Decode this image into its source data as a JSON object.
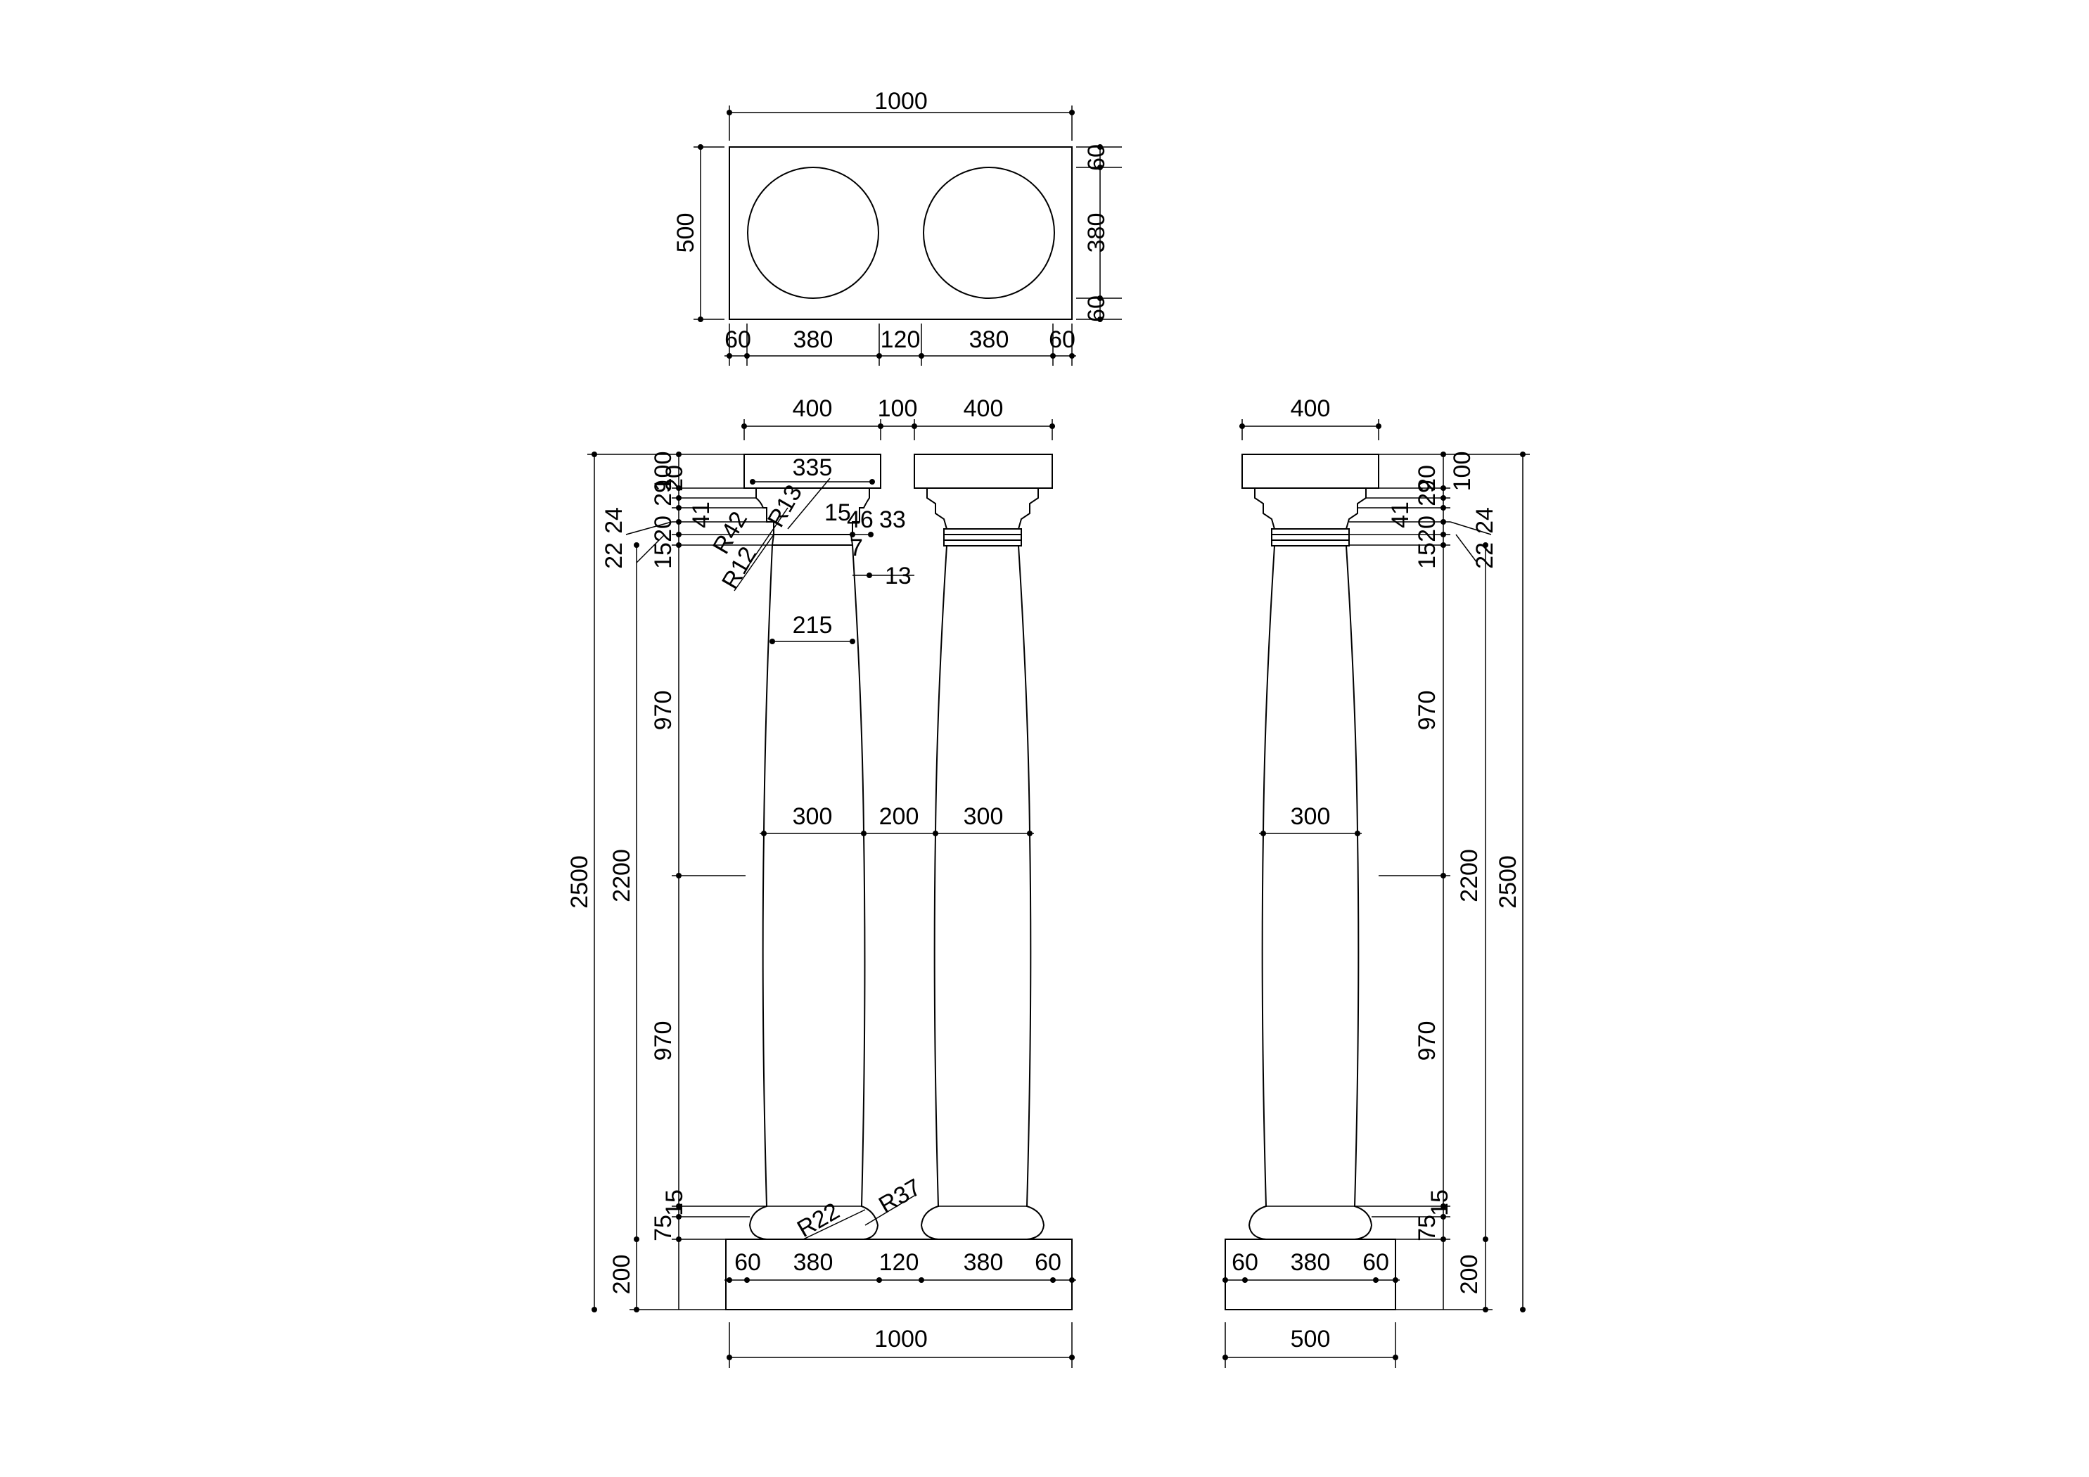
{
  "plan": {
    "overall_width": "1000",
    "overall_depth": "500",
    "depth_parts": [
      "60",
      "380",
      "60"
    ],
    "width_parts": [
      "60",
      "380",
      "120",
      "380",
      "60"
    ]
  },
  "front_elevation": {
    "top_dims": [
      "400",
      "100",
      "400"
    ],
    "abacus_width": "335",
    "neck_width": "215",
    "mid_width_left": "300",
    "gap": "200",
    "mid_width_right": "300",
    "base_parts": [
      "60",
      "380",
      "120",
      "380",
      "60"
    ],
    "overall_width": "1000",
    "left_chain": [
      "100",
      "29",
      "20",
      "41",
      "20",
      "15",
      "970",
      "970",
      "75",
      "15"
    ],
    "left_inner": [
      "22",
      "24"
    ],
    "mid_height": "2200",
    "total_height": "2500",
    "plinth_height": "200",
    "radii": [
      "R42",
      "R13",
      "R12",
      "R22",
      "R37"
    ],
    "small_dims": [
      "15",
      "46",
      "33",
      "7",
      "13"
    ]
  },
  "side_elevation": {
    "top_width": "400",
    "mid_width": "300",
    "base_parts": [
      "60",
      "380",
      "60"
    ],
    "overall_width": "500",
    "right_chain": [
      "100",
      "29",
      "20",
      "41",
      "20",
      "15",
      "970",
      "970",
      "75",
      "15"
    ],
    "right_inner": [
      "22",
      "24"
    ],
    "mid_height": "2200",
    "total_height": "2500",
    "plinth_height": "200"
  }
}
